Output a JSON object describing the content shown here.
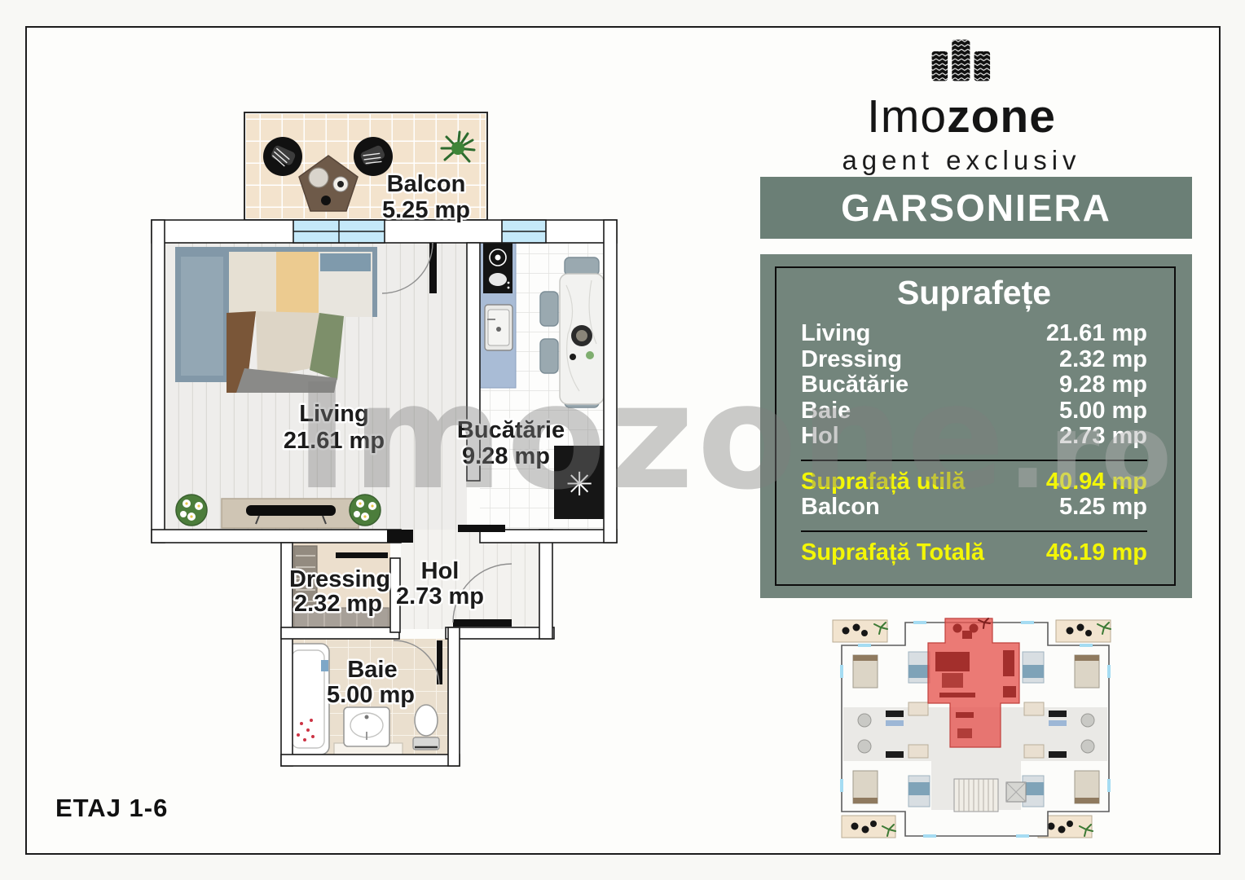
{
  "brand": {
    "name_regular": "Imo",
    "name_bold": "zone",
    "tagline": "agent exclusiv"
  },
  "banner": {
    "title": "GARSONIERA"
  },
  "panel": {
    "title": "Suprafețe",
    "rows": [
      {
        "label": "Living",
        "value": "21.61 mp"
      },
      {
        "label": "Dressing",
        "value": "2.32 mp"
      },
      {
        "label": "Bucătărie",
        "value": "9.28 mp"
      },
      {
        "label": "Baie",
        "value": "5.00 mp"
      },
      {
        "label": "Hol",
        "value": "2.73 mp"
      }
    ],
    "useful": {
      "label": "Suprafață utilă",
      "value": "40.94 mp"
    },
    "balcony": {
      "label": "Balcon",
      "value": "5.25 mp"
    },
    "total": {
      "label": "Suprafață Totală",
      "value": "46.19 mp"
    }
  },
  "floorplan": {
    "rooms": {
      "balcon": {
        "name": "Balcon",
        "area": "5.25 mp"
      },
      "living": {
        "name": "Living",
        "area": "21.61 mp"
      },
      "bucatarie": {
        "name": "Bucătărie",
        "area": "9.28 mp"
      },
      "dressing": {
        "name": "Dressing",
        "area": "2.32 mp"
      },
      "hol": {
        "name": "Hol",
        "area": "2.73 mp"
      },
      "baie": {
        "name": "Baie",
        "area": "5.00 mp"
      }
    },
    "floor_label": "ETAJ 1-6"
  },
  "watermark": {
    "main": "Imozone",
    "suffix": ".ro"
  },
  "icons": {
    "fan": "✳"
  },
  "colors": {
    "banner_bg": "#6b7f76",
    "panel_bg": "#73857c",
    "highlight_yellow": "#f3f607",
    "unit_highlight_red": "#e6554f"
  }
}
